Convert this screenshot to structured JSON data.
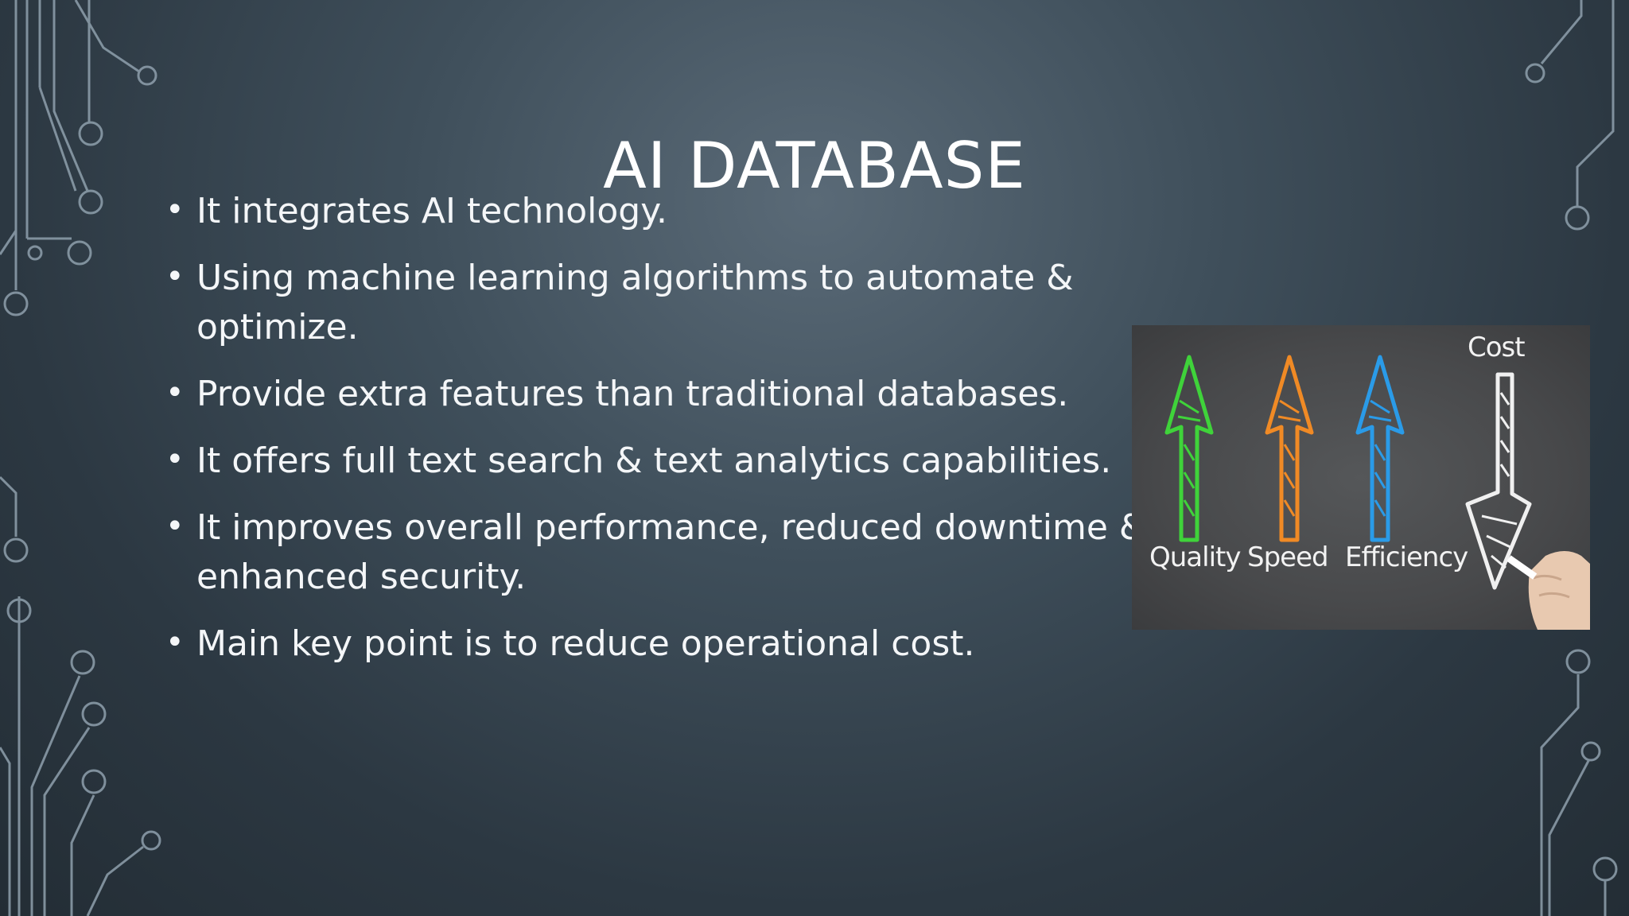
{
  "slide": {
    "title": "AI DATABASE",
    "bullets": [
      {
        "lines": [
          "It integrates AI technology."
        ]
      },
      {
        "lines": [
          "Using machine learning algorithms to automate &",
          "optimize."
        ]
      },
      {
        "lines": [
          "Provide extra features than traditional databases."
        ]
      },
      {
        "lines": [
          "It offers full text search & text analytics capabilities."
        ]
      },
      {
        "lines": [
          "It improves overall performance, reduced downtime &",
          "enhanced security."
        ]
      },
      {
        "lines": [
          "Main key point is to reduce operational cost."
        ]
      }
    ],
    "bullet_glyph": "•"
  },
  "illustration": {
    "labels": {
      "quality": "Quality",
      "speed": "Speed",
      "efficiency": "Efficiency",
      "cost": "Cost"
    },
    "colors": {
      "quality": "#3fd33a",
      "speed": "#f08a25",
      "efficiency": "#2a9be8",
      "cost": "#f0f0f0"
    }
  },
  "theme": {
    "background": "#3f4f5b",
    "text": "#ffffff",
    "circuit": "#8fa0ad"
  }
}
